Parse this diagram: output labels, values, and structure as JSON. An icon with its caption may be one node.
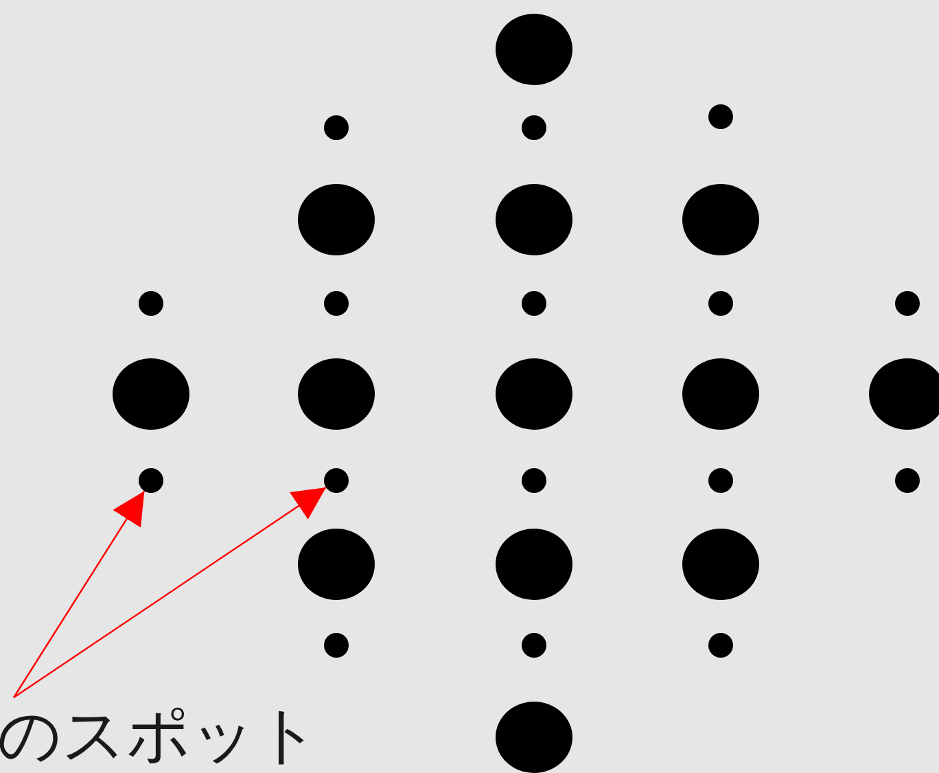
{
  "diagram": {
    "nodes": [
      {
        "text": [
          "のスポット"
        ]
      },
      {
        "text": [],
        "shape": "circle"
      },
      {
        "text": [],
        "shape": "circle"
      }
    ],
    "edges": [
      {
        "from": 0,
        "to": 1,
        "arrow": "to"
      },
      {
        "from": 0,
        "to": 2,
        "arrow": "to"
      }
    ]
  }
}
